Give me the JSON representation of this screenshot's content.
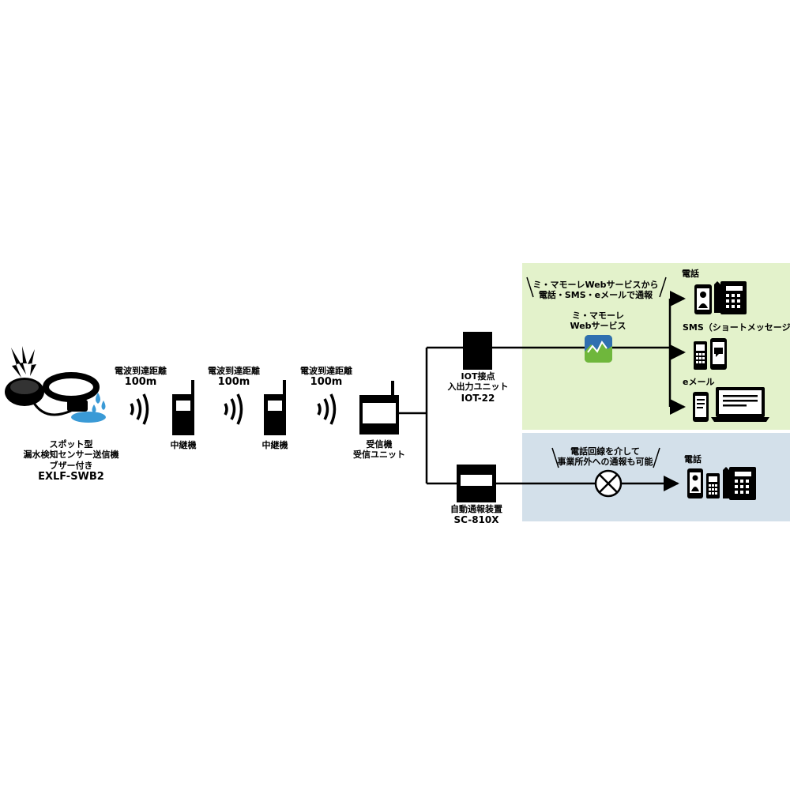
{
  "colors": {
    "green_panel": "#e3f2cb",
    "blue_panel": "#d3e0ea",
    "line": "#000000",
    "water": "#3a9ad6",
    "app_green": "#5a9a32",
    "app_blue": "#2f6fb0"
  },
  "sensor": {
    "line1": "スポット型",
    "line2": "漏水検知センサー送信機",
    "line3": "ブザー付き",
    "model": "EXLF-SWB2"
  },
  "hops": [
    {
      "label": "電波到達距離",
      "distance": "100m"
    },
    {
      "label": "電波到達距離",
      "distance": "100m"
    },
    {
      "label": "電波到達距離",
      "distance": "100m"
    }
  ],
  "repeaters": [
    {
      "label": "中継機"
    },
    {
      "label": "中継機"
    }
  ],
  "receiver": {
    "line1": "受信機",
    "line2": "受信ユニット"
  },
  "iot": {
    "line1": "IOT接点",
    "line2": "入出力ユニット",
    "model": "IOT-22"
  },
  "autocall": {
    "line1": "自動通報装置",
    "model": "SC-810X"
  },
  "web_panel": {
    "banner_line1": "ミ・マモーレWebサービスから",
    "banner_line2": "電話・SMS・eメールで通報",
    "service_line1": "ミ・マモーレ",
    "service_line2": "Webサービス",
    "service_icon": "mimamore-app-icon",
    "outputs": [
      {
        "label": "電話",
        "icon": "phone-icon"
      },
      {
        "label": "SMS（ショートメッセージ）",
        "icon": "sms-phone-icon"
      },
      {
        "label": "eメール",
        "icon": "laptop-mail-icon"
      }
    ]
  },
  "phone_panel": {
    "banner_line1": "電話回線を介して",
    "banner_line2": "事業所外への通報も可能",
    "output_label": "電話",
    "output_icon": "phone-icon"
  }
}
